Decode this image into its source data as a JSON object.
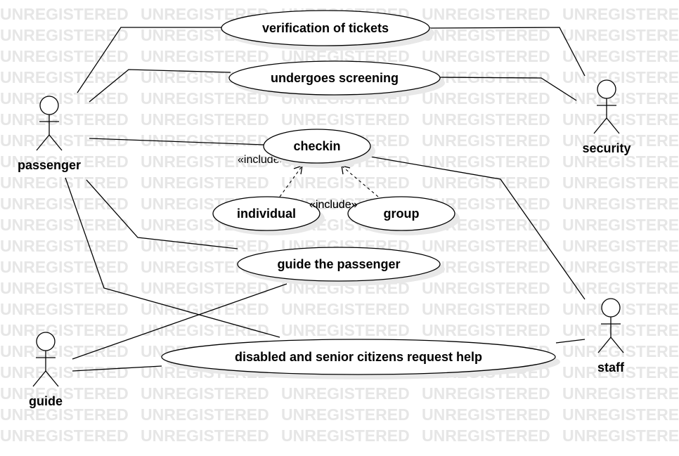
{
  "watermark": "UNREGISTERED",
  "actors": {
    "passenger": "passenger",
    "security": "security",
    "staff": "staff",
    "guide": "guide"
  },
  "use_cases": {
    "verification": "verification of tickets",
    "screening": "undergoes screening",
    "checkin": "checkin",
    "individual": "individual",
    "group": "group",
    "guide_passenger": "guide the passenger",
    "disabled_help": "disabled and senior citizens request help"
  },
  "relations": {
    "include_individual": "«include»",
    "include_group": "«include»"
  }
}
